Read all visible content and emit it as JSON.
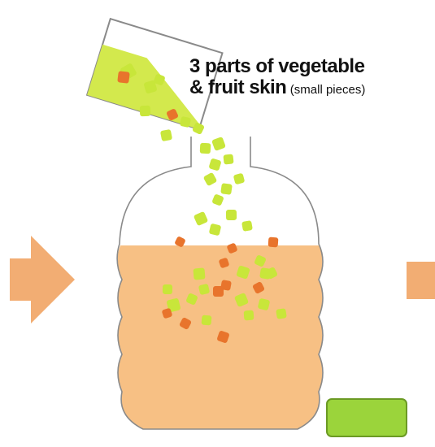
{
  "caption": {
    "line1": "3 parts of vegetable",
    "line2_bold": "& fruit skin",
    "line2_small": "(small pieces)"
  },
  "colors": {
    "liquid": "#f7c084",
    "arrow": "#f2ad73",
    "piece_green": "#c8e63a",
    "piece_orange": "#e8742c",
    "container_outline": "#8a8a8a",
    "lid_fill": "#9bd43b"
  },
  "icons": {
    "left_arrow": "arrow-right-icon",
    "right_arrow": "arrow-right-icon",
    "green_lid": "lid-icon"
  }
}
